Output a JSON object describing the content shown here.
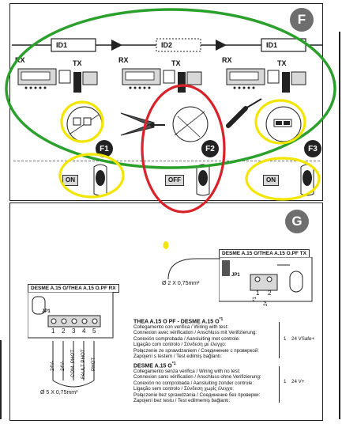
{
  "panel_f": {
    "letter": "F",
    "rx_labels": [
      "RX",
      "RX",
      "RX"
    ],
    "tx_labels": [
      "TX",
      "TX",
      "TX"
    ],
    "id_labels": [
      "ID1",
      "ID2",
      "ID1"
    ],
    "step_labels": [
      "F1",
      "F2",
      "F3"
    ],
    "switch_labels": [
      "ON",
      "OFF",
      "ON"
    ]
  },
  "panel_g": {
    "letter": "G",
    "rx_title": "DESME A.15 O/THEA A.15 O.PF RX",
    "tx_title": "DESME A.15 O/THEA A.15 O.PF TX",
    "jp_rx": "JP1",
    "jp_tx": "JP1",
    "rx_terminals": [
      "1",
      "2",
      "3",
      "4",
      "5"
    ],
    "rx_wire_labels": [
      "24V-",
      "24V-",
      "COM. PHOT",
      "FAULT PHOT",
      "PHOT"
    ],
    "rx_cable": "Ø 5 X 0,75mm²",
    "tx_terminals": [
      "1",
      "2"
    ],
    "tx_wire_labels": [
      "*1",
      "24"
    ],
    "tx_cable": "Ø 2 X 0,75mm²",
    "section1": {
      "title": "THEA A.15 O PF - DESME A.15 O",
      "superscript": "*1",
      "lines": [
        "Collegamento con verifica / Wiring with test:",
        "Connexion avec vérification / Anschluss mit Verifizierung:",
        "Conexión comprobada / Aansluiting met controle:",
        "Ligação com controlo / Σύνδεση με έλεγχο:",
        "Połączenie ze sprawdzaniem / Соединение с проверкой:",
        "Zapojení s testem / Test edilmiş bağlantı:"
      ],
      "terminal": "1",
      "value": "24 VSafe+"
    },
    "section2": {
      "title": "DESME A.15 O",
      "superscript": "*1",
      "lines": [
        "Collegamento senza verifica / Wiring with no test:",
        "Connexion sans vérification / Anschluss ohne Verifizierung:",
        "Conexión no comprobada / Aansluiting zonder controle:",
        "Ligação sem controlo / Σύνδεση χωρίς έλεγχο:",
        "Połączenie bez sprawdzania / Соединение без проверки:",
        "Zapojení bez testu / Test edilmemiş bağlantı:"
      ],
      "terminal": "1",
      "value": "24 V+"
    }
  },
  "annotation_colors": {
    "green": "#2ca02c",
    "yellow": "#f2e600",
    "red": "#d8232a"
  }
}
